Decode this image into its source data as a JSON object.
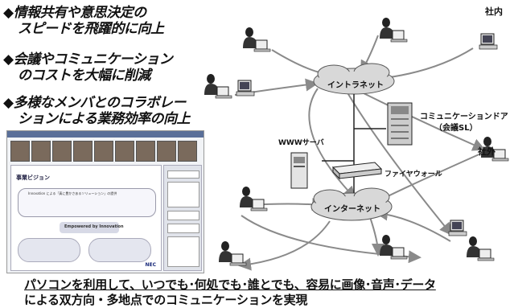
{
  "bullets": [
    {
      "line1": "◆情報共有や意思決定の",
      "line2": "スピードを飛躍的に向上"
    },
    {
      "line1": "◆会議やコミュニケーション",
      "line2": "のコストを大幅に削減"
    },
    {
      "line1": "◆多様なメンバとのコラボレー",
      "line2": "ションによる業務効率の向上"
    }
  ],
  "network": {
    "intranet": "イントラネット",
    "internet": "インターネット",
    "internal": "社内",
    "external": "社外",
    "www_server": "WWWサーバ",
    "firewall": "ファイヤウォール",
    "door_name": "コミュニケーションドア",
    "door_sub": "（会議SL）"
  },
  "screenshot": {
    "vision_title": "事業ビジョン",
    "innovation_title": "Innovation による「真に豊かさあるソリューション」の提供",
    "empowered": "Empowered by Innovation",
    "logo": "NEC"
  },
  "caption": {
    "line1": "パソコンを利用して、いつでも･何処でも･誰とでも、容易に画像･音声･データ",
    "line2": "による双方向・多地点でのコミュニケーションを実現"
  },
  "colors": {
    "cloud": "#d8d8d8",
    "arrow": "#8a8a8a",
    "line": "#222222"
  }
}
